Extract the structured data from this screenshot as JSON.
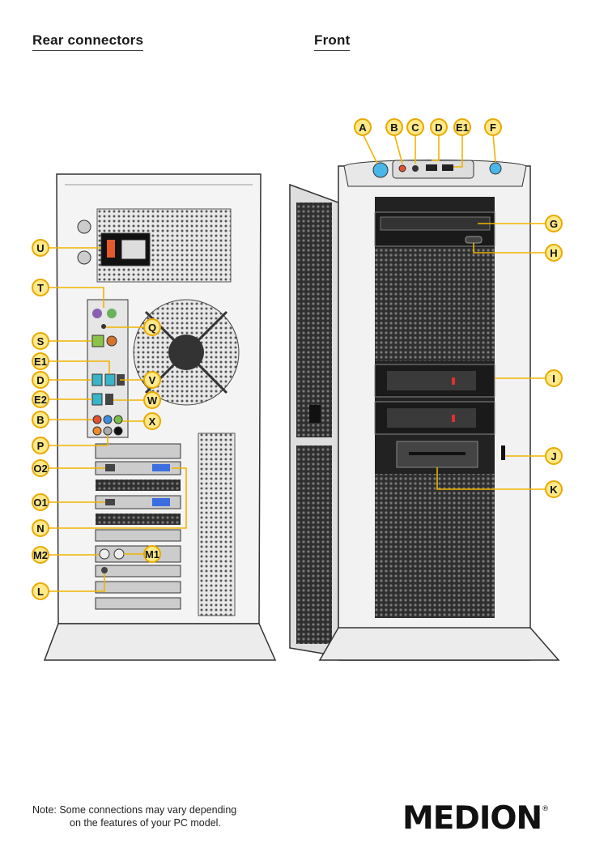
{
  "headings": {
    "rear": "Rear connectors",
    "front": "Front"
  },
  "labels": {
    "rear": [
      "U",
      "T",
      "S",
      "Q",
      "E1",
      "D",
      "V",
      "E2",
      "W",
      "B",
      "X",
      "P",
      "O2",
      "O1",
      "N",
      "M2",
      "M1",
      "L"
    ],
    "front": [
      "A",
      "B",
      "C",
      "D",
      "E1",
      "F",
      "G",
      "H",
      "I",
      "J",
      "K"
    ]
  },
  "note": {
    "line1": "Note: Some connections may vary depending",
    "line2": "on the features of your PC model."
  },
  "brand": {
    "name": "MEDION",
    "mark": "®"
  },
  "colors": {
    "label_fill": "#ffe98a",
    "label_stroke": "#e8a900",
    "case": "#f2f2f2",
    "mesh": "#3a3a3a"
  }
}
